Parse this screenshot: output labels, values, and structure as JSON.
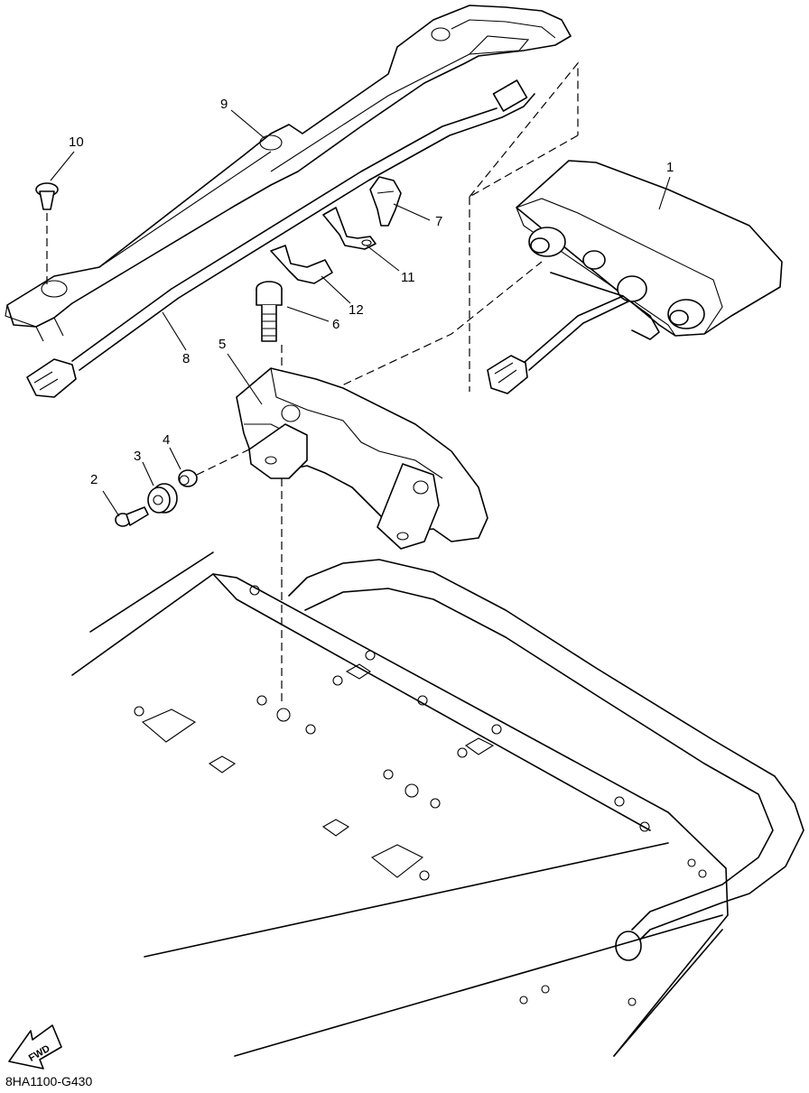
{
  "diagram_code": "8HA1100-G430",
  "fwd_label": "FWD",
  "callouts": [
    {
      "id": "1",
      "text": "1"
    },
    {
      "id": "2",
      "text": "2"
    },
    {
      "id": "3",
      "text": "3"
    },
    {
      "id": "4",
      "text": "4"
    },
    {
      "id": "5",
      "text": "5"
    },
    {
      "id": "6",
      "text": "6"
    },
    {
      "id": "7",
      "text": "7"
    },
    {
      "id": "8",
      "text": "8"
    },
    {
      "id": "9",
      "text": "9"
    },
    {
      "id": "10",
      "text": "10"
    },
    {
      "id": "11",
      "text": "11"
    },
    {
      "id": "12",
      "text": "12"
    }
  ]
}
